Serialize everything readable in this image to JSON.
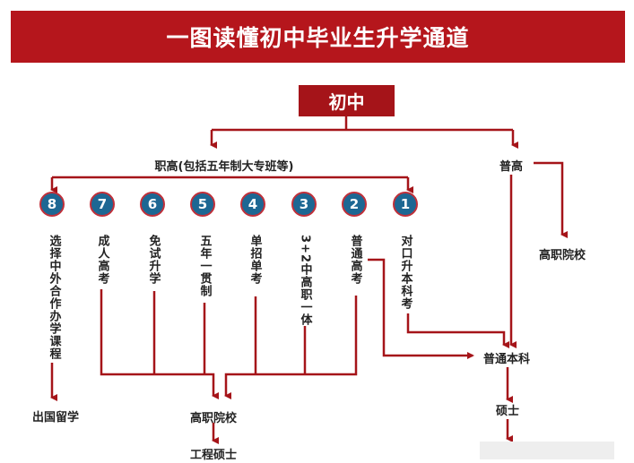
{
  "title": "一图读懂初中毕业生升学通道",
  "root": "初中",
  "vocational": "职高(包括五年制大专班等)",
  "general_high": "普高",
  "paths": [
    {
      "num": "1",
      "label": "对口升本科考"
    },
    {
      "num": "2",
      "label": "普通高考"
    },
    {
      "num": "3",
      "label": "3+2中高职一体"
    },
    {
      "num": "4",
      "label": "单招单考"
    },
    {
      "num": "5",
      "label": "五年一贯制"
    },
    {
      "num": "6",
      "label": "免试升学"
    },
    {
      "num": "7",
      "label": "成人高考"
    },
    {
      "num": "8",
      "label": "选择中外合作办学课程"
    }
  ],
  "outcomes": {
    "study_abroad": "出国留学",
    "vocational_college": "高职院校",
    "engineering_master": "工程硕士",
    "undergraduate": "普通本科",
    "master": "硕士",
    "vocational_college_right": "高职院校"
  },
  "colors": {
    "red": "#b5161c",
    "blue": "#1d6793"
  }
}
